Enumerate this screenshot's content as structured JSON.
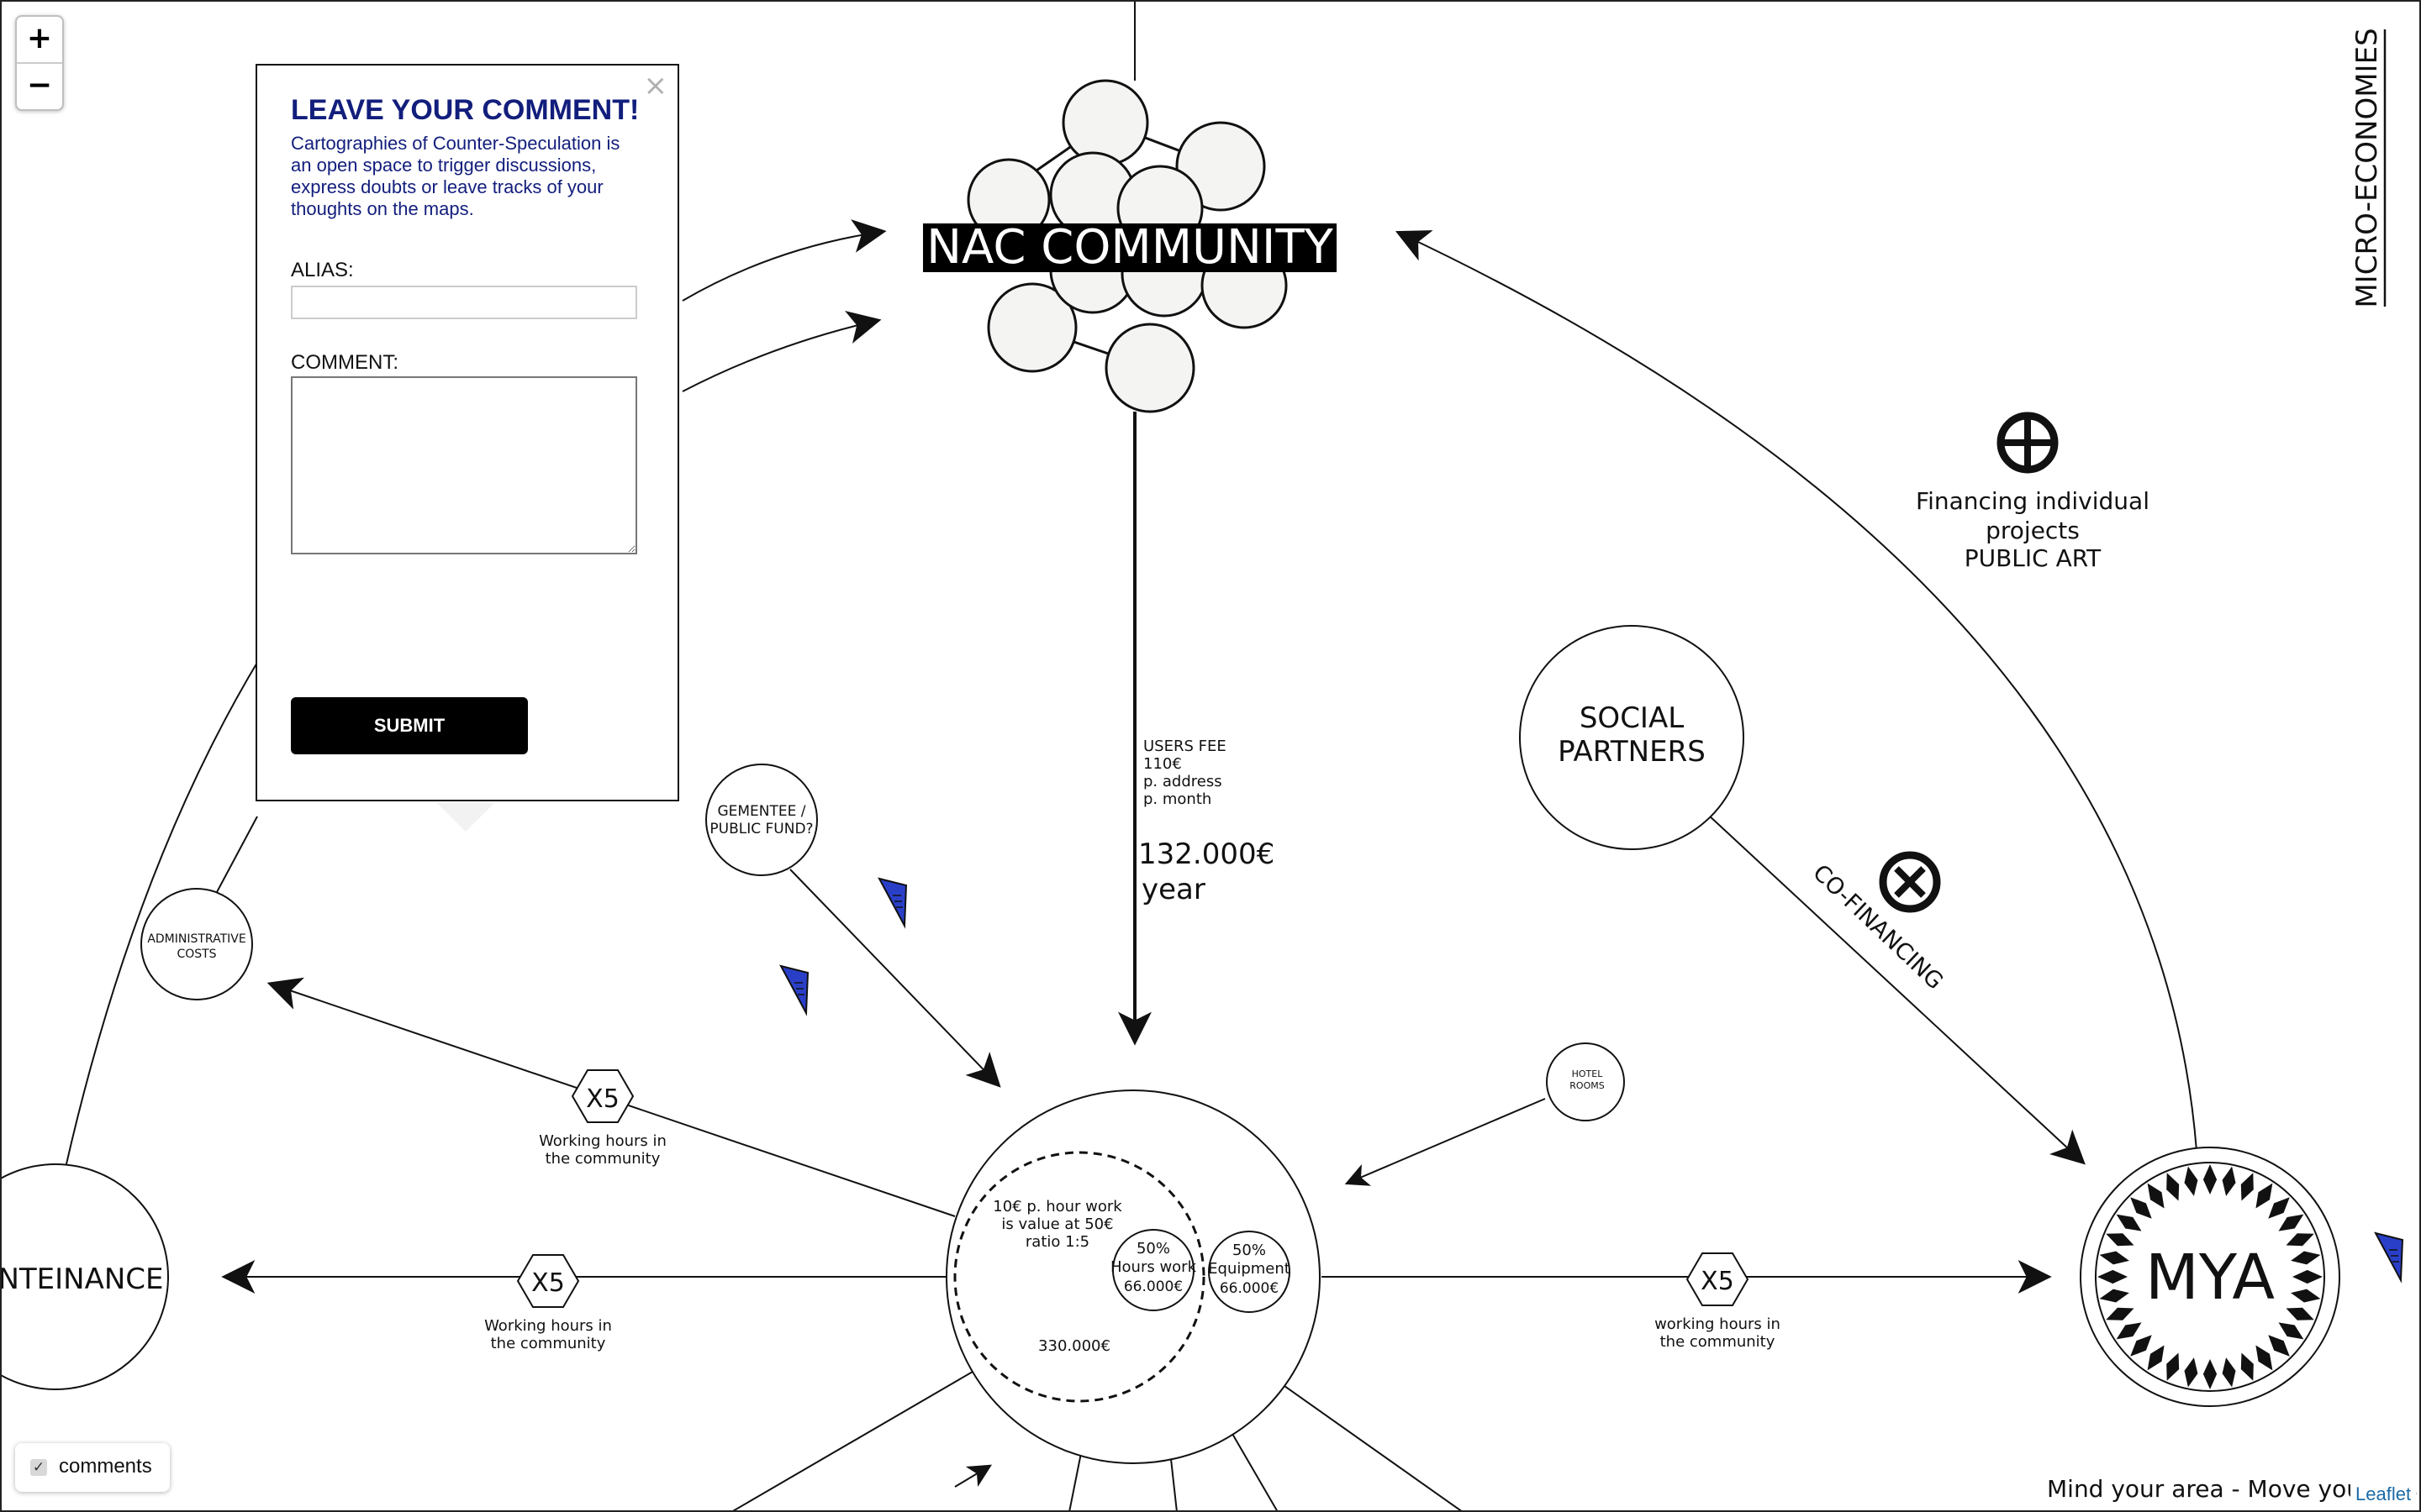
{
  "map": {
    "community_label": "NAC COMMUNITY",
    "section_label": "MICRO-ECONOMIES",
    "users_fee_lines": [
      "USERS FEE",
      "110€",
      "p. address",
      "p. month"
    ],
    "users_fee_total_lines": [
      "132.000€",
      "year"
    ],
    "public_art_lines": [
      "Financing individual",
      "projects",
      "PUBLIC ART"
    ],
    "social_partners_lines": [
      "SOCIAL",
      "PARTNERS"
    ],
    "cofinancing": "CO-FINANCING",
    "gementee_lines": [
      "GEMENTEE /",
      "PUBLIC FUND?"
    ],
    "admin_lines": [
      "ADMINISTRATIVE",
      "COSTS"
    ],
    "hotel_lines": [
      "HOTEL",
      "ROOMS"
    ],
    "multiplier": "X5",
    "working_hours_lines": [
      "Working hours in",
      "the community"
    ],
    "working_hours_lower_lines": [
      "working hours in",
      "the community"
    ],
    "maintenance": "NTEINANCE",
    "center_lines": [
      "10€ p. hour work",
      "is value at 50€",
      "ratio 1:5"
    ],
    "center_total": "330.000€",
    "hours_work_lines": [
      "50%",
      "Hours work",
      "66.000€"
    ],
    "equipment_lines": [
      "50%",
      "Equipment",
      "66.000€"
    ],
    "mya": "MYA",
    "footer": "Mind your area - Move your ass",
    "colors": {
      "accent": "#121e7c",
      "marker": "#2a3fc8"
    }
  },
  "zoom": {
    "in": "+",
    "out": "−"
  },
  "popup": {
    "close": "×",
    "title": "LEAVE YOUR COMMENT!",
    "description": "Cartographies of Counter-Speculation is an open space to trigger discussions, express doubts or leave tracks of your thoughts on the maps.",
    "alias_label": "ALIAS:",
    "alias_value": "",
    "comment_label": "COMMENT:",
    "comment_value": "",
    "submit": "SUBMIT"
  },
  "layers": {
    "checkbox": "✓",
    "label": "comments"
  },
  "attribution": "Leaflet"
}
